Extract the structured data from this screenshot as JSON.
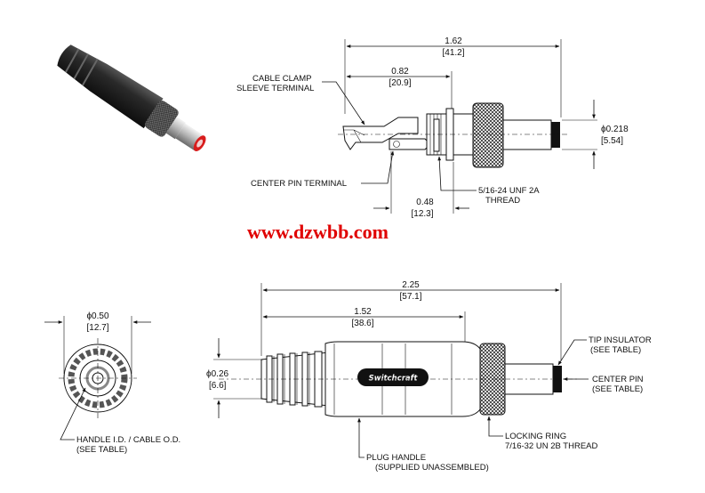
{
  "watermark": "www.dzwbb.com",
  "brand_logo": "Switchcraft",
  "top_view": {
    "overall_length": {
      "in": "1.62",
      "mm": "[41.2]"
    },
    "terminal_length": {
      "in": "0.82",
      "mm": "[20.9]"
    },
    "tip_diameter": {
      "in": "ϕ0.218",
      "mm": "[5.54]"
    },
    "thread_length": {
      "in": "0.48",
      "mm": "[12.3]"
    },
    "labels": {
      "cable_clamp_1": "CABLE CLAMP",
      "cable_clamp_2": "SLEEVE TERMINAL",
      "center_pin_terminal": "CENTER PIN TERMINAL",
      "thread_1": "5/16-24 UNF 2A",
      "thread_2": "THREAD"
    }
  },
  "bottom_view": {
    "overall_length": {
      "in": "2.25",
      "mm": "[57.1]"
    },
    "handle_length": {
      "in": "1.52",
      "mm": "[38.6]"
    },
    "cable_diameter": {
      "in": "ϕ0.26",
      "mm": "[6.6]"
    },
    "labels": {
      "tip_insulator_1": "TIP INSULATOR",
      "tip_insulator_2": "(SEE TABLE)",
      "center_pin_1": "CENTER PIN",
      "center_pin_2": "(SEE TABLE)",
      "locking_ring_1": "LOCKING RING",
      "locking_ring_2": "7/16-32 UN 2B THREAD",
      "plug_handle_1": "PLUG HANDLE",
      "plug_handle_2": "(SUPPLIED UNASSEMBLED)"
    }
  },
  "end_view": {
    "diameter": {
      "in": "ϕ0.50",
      "mm": "[12.7]"
    },
    "labels": {
      "handle_id_1": "HANDLE I.D. / CABLE O.D.",
      "handle_id_2": "(SEE TABLE)"
    }
  },
  "colors": {
    "watermark": "#e00000",
    "tip_red": "#d81c1c",
    "ink": "#111111"
  }
}
